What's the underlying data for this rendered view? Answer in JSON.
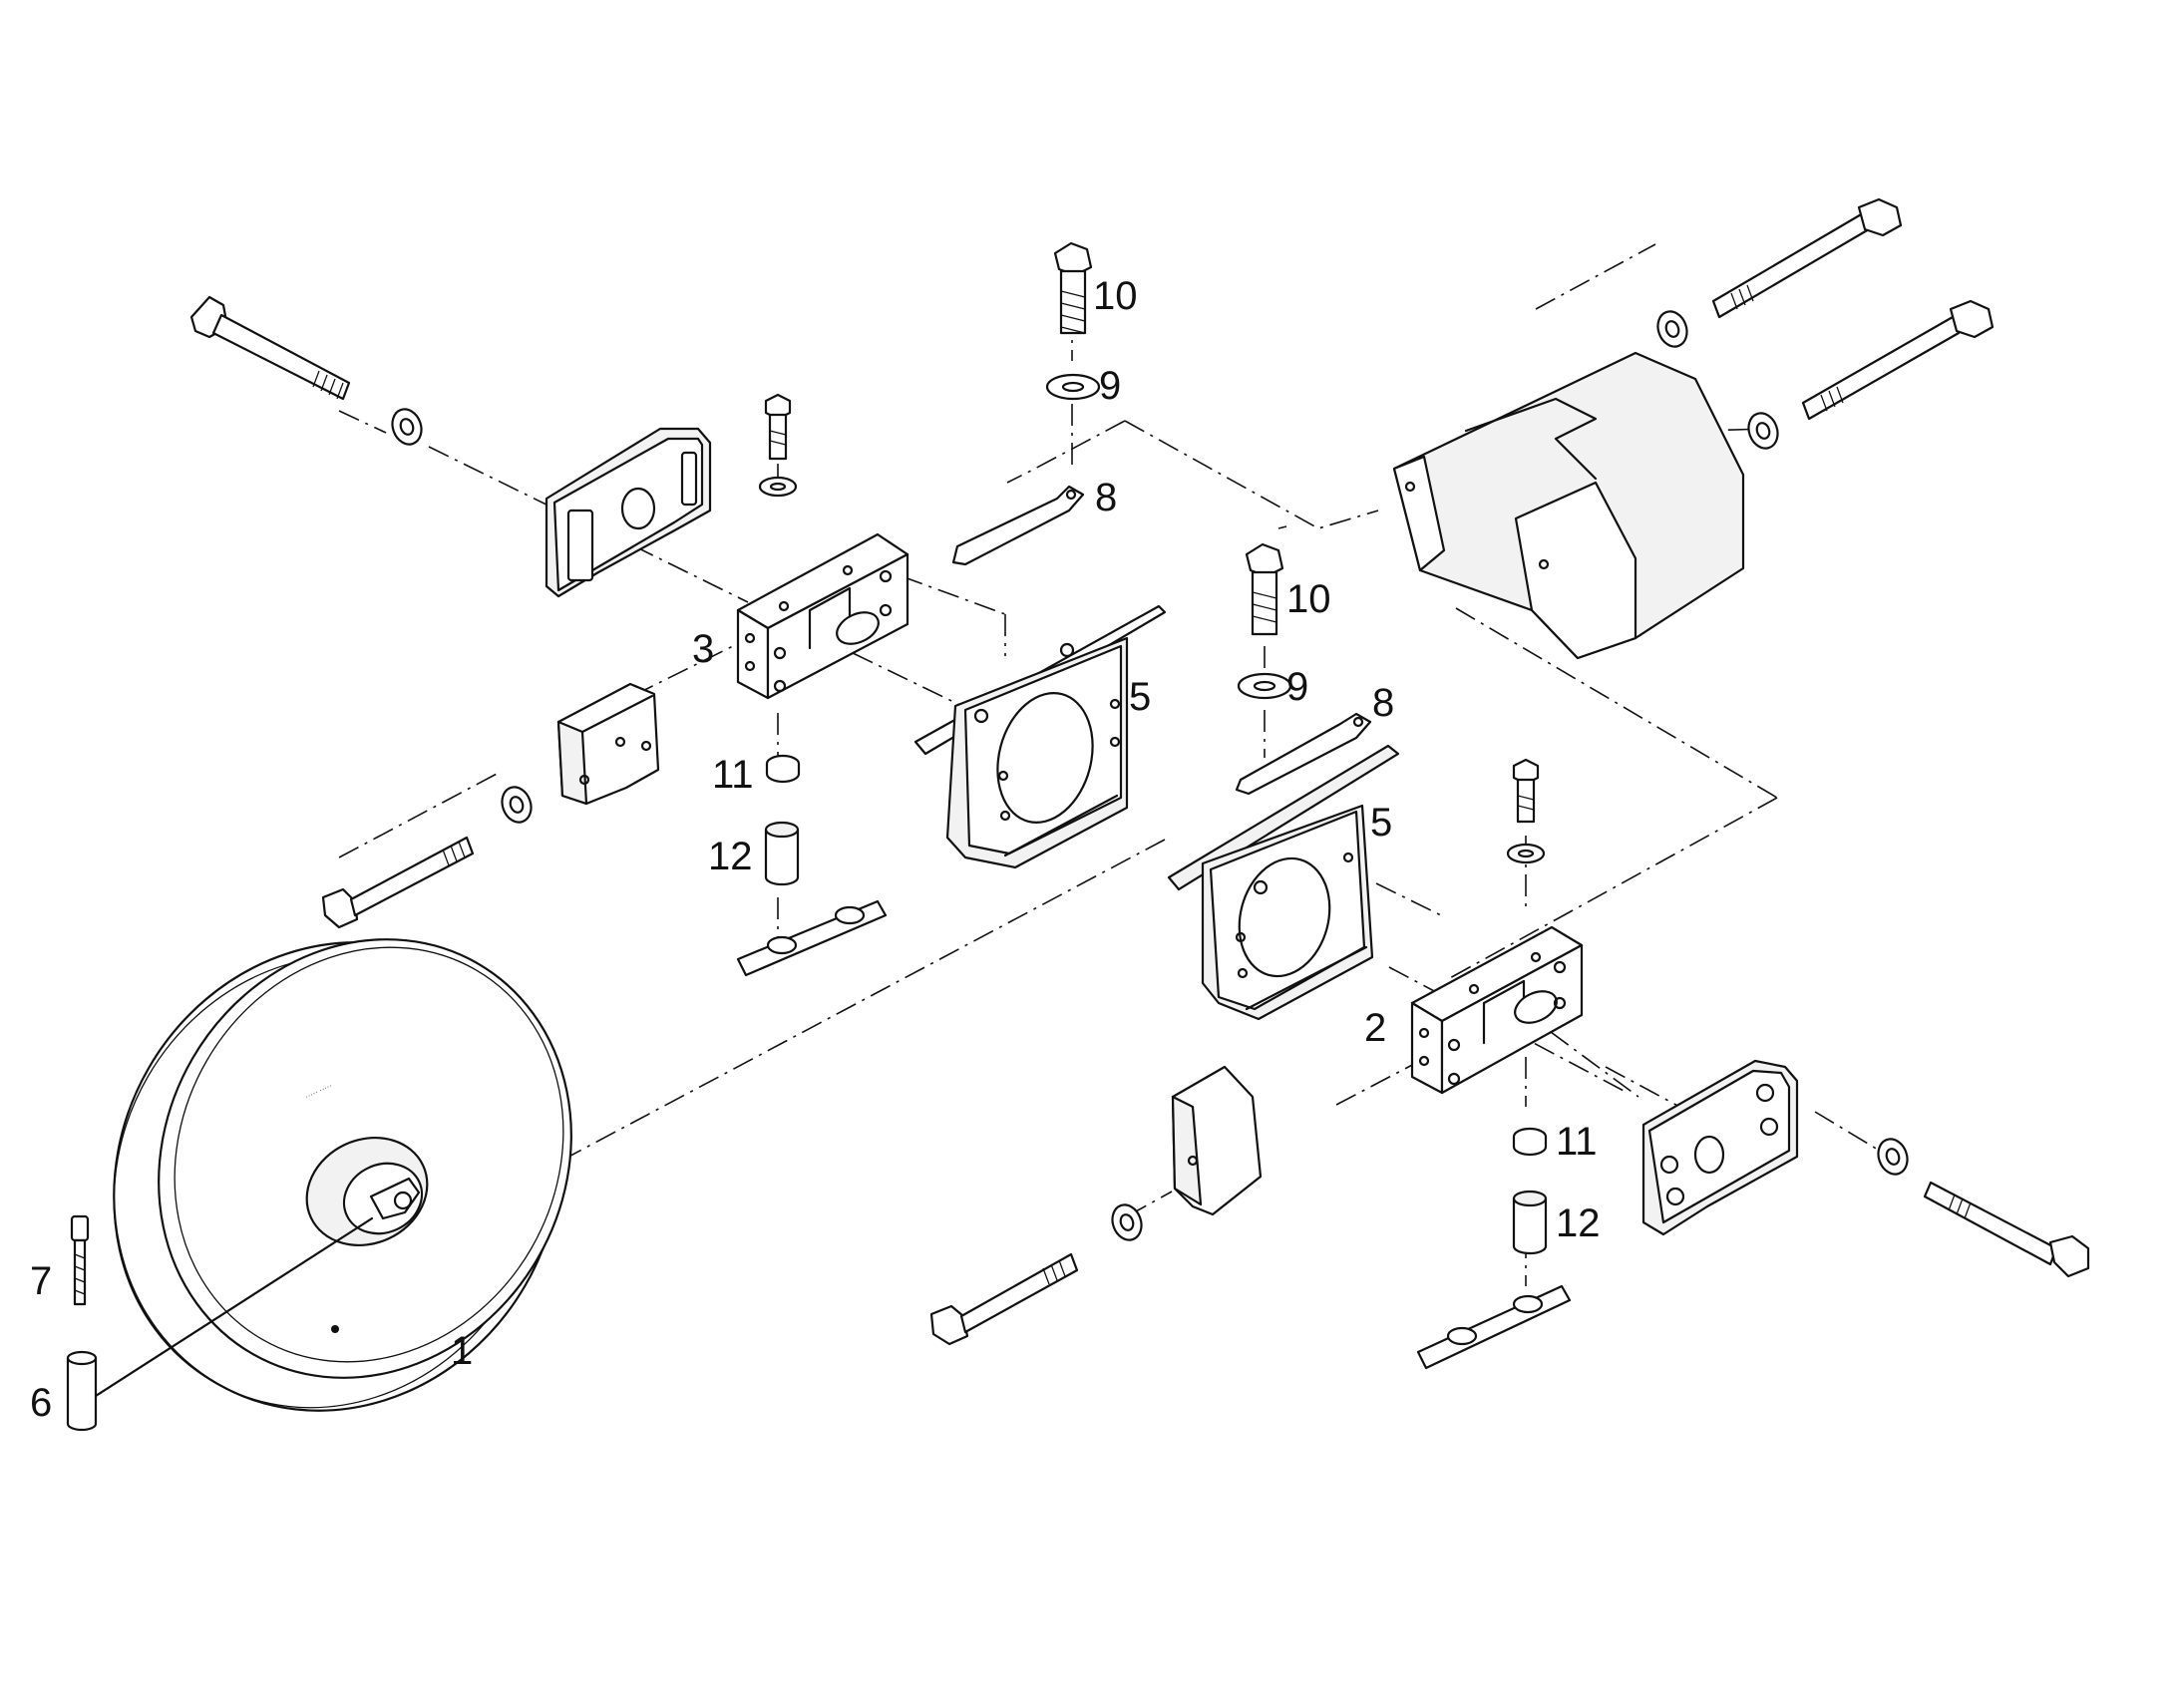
{
  "diagram": {
    "type": "exploded parts drawing",
    "background": "#ffffff",
    "ink": "#111111",
    "callouts": [
      {
        "id": "c1",
        "label": "1"
      },
      {
        "id": "c2",
        "label": "2"
      },
      {
        "id": "c3",
        "label": "3"
      },
      {
        "id": "c5a",
        "label": "5"
      },
      {
        "id": "c5b",
        "label": "5"
      },
      {
        "id": "c6",
        "label": "6"
      },
      {
        "id": "c7",
        "label": "7"
      },
      {
        "id": "c8a",
        "label": "8"
      },
      {
        "id": "c8b",
        "label": "8"
      },
      {
        "id": "c9a",
        "label": "9"
      },
      {
        "id": "c9b",
        "label": "9"
      },
      {
        "id": "c10a",
        "label": "10"
      },
      {
        "id": "c10b",
        "label": "10"
      },
      {
        "id": "c11a",
        "label": "11"
      },
      {
        "id": "c11b",
        "label": "11"
      },
      {
        "id": "c12a",
        "label": "12"
      },
      {
        "id": "c12b",
        "label": "12"
      }
    ]
  }
}
